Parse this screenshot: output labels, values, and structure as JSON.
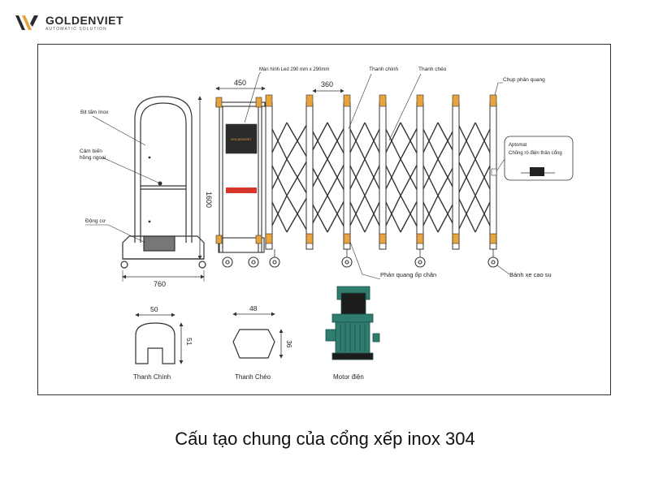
{
  "logo": {
    "name": "GOLDENVIET",
    "tagline": "AUTOMATIC SOLUTION",
    "accent_color": "#e8a33c"
  },
  "labels": {
    "bit_tam_inox": "Bịt tấm Inox",
    "cam_bien": "Cảm biến",
    "hong_ngoai": "hồng ngoại",
    "dong_co": "Động cơ",
    "man_hinh_led": "Màn hình Led 290 mm x 290mm",
    "thanh_chinh_top": "Thanh chính",
    "thanh_cheo_top": "Thanh chéo",
    "chup_phan_quang": "Chụp phản quang",
    "aptomat": "Aptomat",
    "chong_ro_dien": "Chống rò điện thân cổng",
    "phan_quang_op_chan": "Phản quang ốp chân",
    "banh_xe_cao_su": "Bánh xe cao su",
    "thanh_chinh_bottom": "Thanh Chính",
    "thanh_cheo_bottom": "Thanh Chéo",
    "motor_dien": "Motor điện",
    "screen_logo": "GOLDENVIET"
  },
  "dimensions": {
    "d760": "760",
    "d1600": "1600",
    "d450": "450",
    "d360": "360",
    "d50": "50",
    "d51": "51",
    "d48": "48",
    "d36": "36"
  },
  "caption": "Cấu tạo chung của cổng xếp inox 304",
  "colors": {
    "line": "#333333",
    "orange": "#e8a33c",
    "red": "#d9362b",
    "motor": "#2e7d6f",
    "frame": "#333333"
  }
}
